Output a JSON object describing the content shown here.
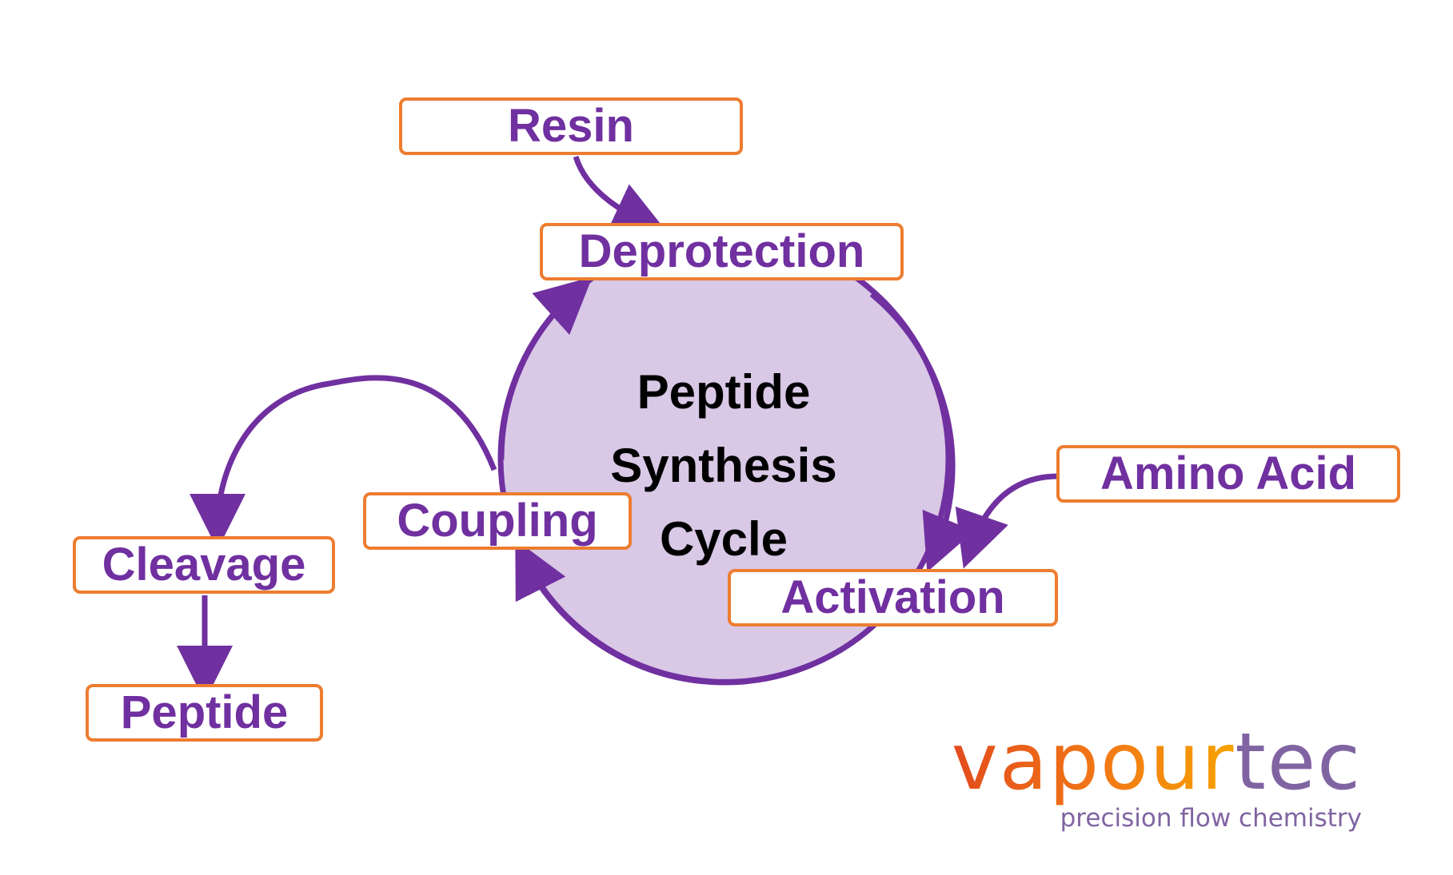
{
  "diagram": {
    "center_label": [
      "Peptide",
      "Synthesis",
      "Cycle"
    ],
    "nodes": {
      "resin": "Resin",
      "deprotection": "Deprotection",
      "amino_acid": "Amino Acid",
      "activation": "Activation",
      "coupling": "Coupling",
      "cleavage": "Cleavage",
      "peptide": "Peptide"
    },
    "edges": [
      {
        "from": "Resin",
        "to": "Deprotection"
      },
      {
        "from": "Deprotection",
        "to": "Activation"
      },
      {
        "from": "Amino Acid",
        "to": "Activation"
      },
      {
        "from": "Activation",
        "to": "Coupling"
      },
      {
        "from": "Coupling",
        "to": "Deprotection"
      },
      {
        "from": "Coupling",
        "to": "Cleavage"
      },
      {
        "from": "Cleavage",
        "to": "Peptide"
      }
    ]
  },
  "brand": {
    "logo_parts": [
      "vapour",
      "tec"
    ],
    "tagline": "precision flow chemistry"
  },
  "colors": {
    "node_border": "#ed7d31",
    "node_text": "#7030a0",
    "arrow": "#7030a0",
    "circle_fill": "#d9c8e6",
    "brand_orange": "#f07a1a",
    "brand_purple": "#8064a2"
  }
}
